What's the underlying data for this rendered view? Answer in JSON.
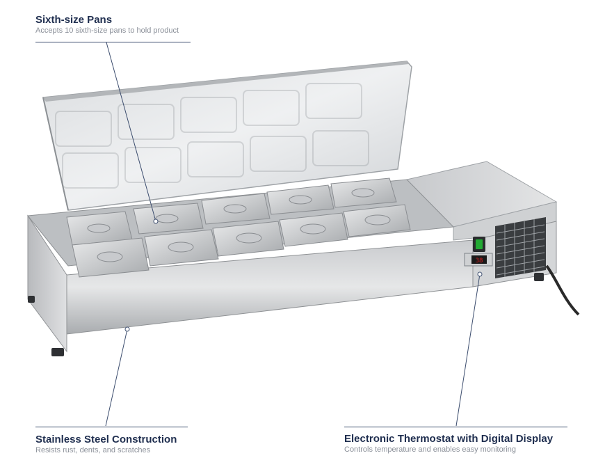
{
  "callouts": {
    "pans": {
      "title": "Sixth-size Pans",
      "subtitle": "Accepts 10 sixth-size pans to hold product"
    },
    "steel": {
      "title": "Stainless Steel Construction",
      "subtitle": "Resists rust, dents, and scratches"
    },
    "thermostat": {
      "title": "Electronic Thermostat with Digital Display",
      "subtitle": "Controls temperature and enables easy monitoring"
    }
  },
  "colors": {
    "callout_title": "#1f2e4f",
    "callout_subtitle": "#8a8f98",
    "leader_line": "#3c4d6e",
    "steel_light": "#d9dadc",
    "steel_dark": "#8f9295",
    "display_red": "#e02020",
    "switch_green": "#22aa33"
  },
  "icons": {
    "product": "refrigerated-prep-rail-image",
    "display": "digital-display-icon",
    "switch": "power-switch-icon"
  }
}
